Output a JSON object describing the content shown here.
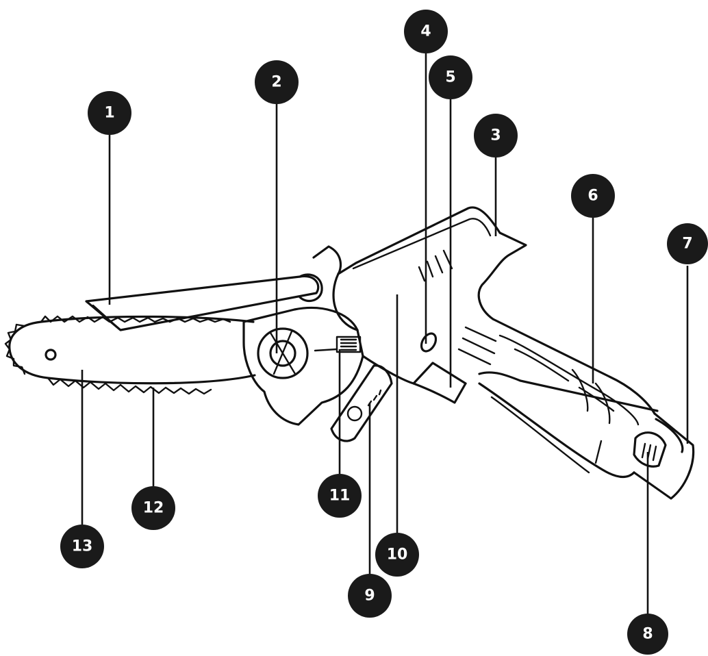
{
  "diagram": {
    "ink_color": "#111111",
    "badge_color": "#1a1a1a",
    "callouts": [
      {
        "id": "1",
        "label": "1"
      },
      {
        "id": "2",
        "label": "2"
      },
      {
        "id": "3",
        "label": "3"
      },
      {
        "id": "4",
        "label": "4"
      },
      {
        "id": "5",
        "label": "5"
      },
      {
        "id": "6",
        "label": "6"
      },
      {
        "id": "7",
        "label": "7"
      },
      {
        "id": "8",
        "label": "8"
      },
      {
        "id": "9",
        "label": "9"
      },
      {
        "id": "10",
        "label": "10"
      },
      {
        "id": "11",
        "label": "11"
      },
      {
        "id": "12",
        "label": "12"
      },
      {
        "id": "13",
        "label": "13"
      }
    ]
  }
}
